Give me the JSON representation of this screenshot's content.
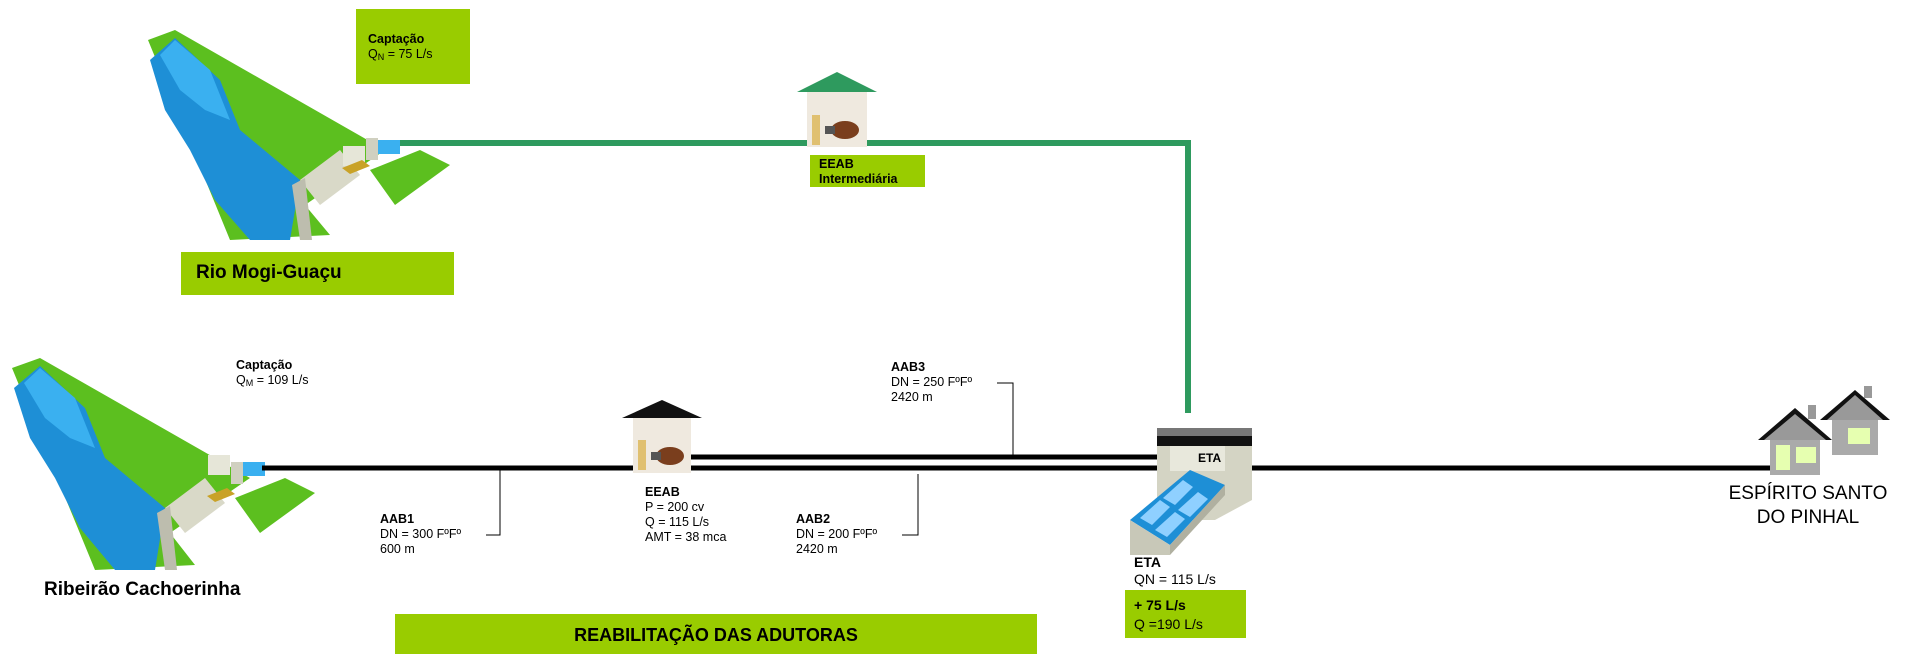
{
  "colors": {
    "accent_green": "#99cc00",
    "pipe_green": "#2e9a5e",
    "pipe_black": "#000000"
  },
  "rio_mogi": {
    "name": "Rio Mogi-Guaçu",
    "captacao_title": "Captação",
    "flow_symbol": "Q",
    "flow_sub": "N",
    "flow_value": " = 75 L/s"
  },
  "ribeirao": {
    "name": "Ribeirão Cachoerinha",
    "captacao_title": "Captação",
    "flow_symbol": "Q",
    "flow_sub": "M",
    "flow_value": " = 109 L/s"
  },
  "eeab_inter": {
    "line1": "EEAB",
    "line2": "Intermediária"
  },
  "eeab": {
    "title": "EEAB",
    "specs": [
      "P = 200 cv",
      "Q = 115 L/s",
      "AMT = 38 mca"
    ]
  },
  "aab1": {
    "title": "AAB1",
    "dn": "DN = 300 FºFº",
    "length": "600 m"
  },
  "aab2": {
    "title": "AAB2",
    "dn": "DN = 200 FºFº",
    "length": "2420 m"
  },
  "aab3": {
    "title": "AAB3",
    "dn": "DN = 250 FºFº",
    "length": "2420 m"
  },
  "eta": {
    "sign": "ETA",
    "title": "ETA",
    "qn": "QN = 115 L/s",
    "increment": "+ 75 L/s",
    "q_total": "Q =190 L/s"
  },
  "destination": {
    "line1": "ESPÍRITO SANTO",
    "line2": "DO PINHAL"
  },
  "banner": "REABILITAÇÃO DAS ADUTORAS"
}
